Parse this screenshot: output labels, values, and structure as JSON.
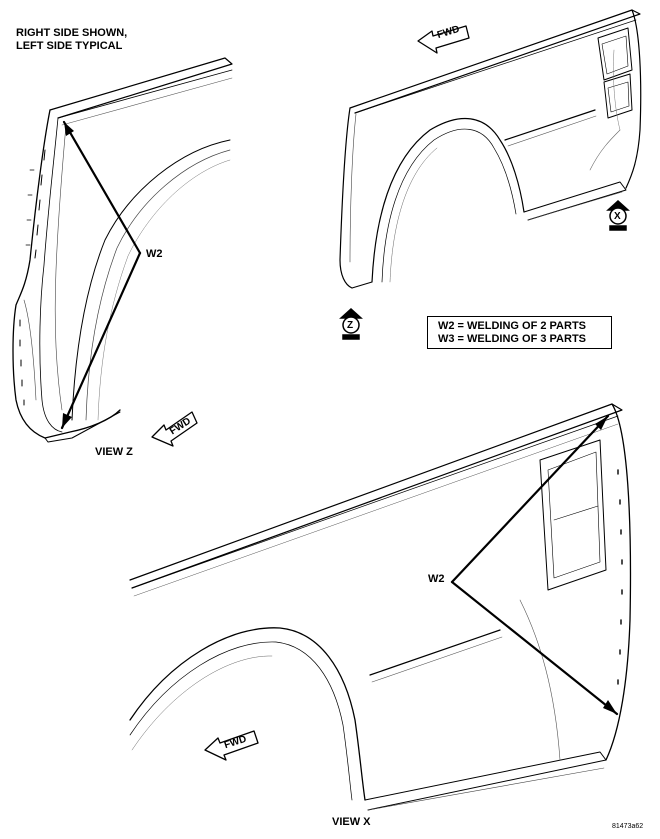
{
  "notes": {
    "line1": "RIGHT SIDE SHOWN,",
    "line2": "LEFT SIDE TYPICAL"
  },
  "fwd_label": "FWD",
  "view_markers": {
    "x": "X",
    "z": "Z"
  },
  "callouts": {
    "w2_view_z": "W2",
    "w2_view_x": "W2"
  },
  "legend": {
    "line1": "W2 = WELDING OF 2 PARTS",
    "line2": "W3 = WELDING OF 3 PARTS"
  },
  "views": {
    "z": "VIEW Z",
    "x": "VIEW X"
  },
  "figure_id": "81473a62"
}
